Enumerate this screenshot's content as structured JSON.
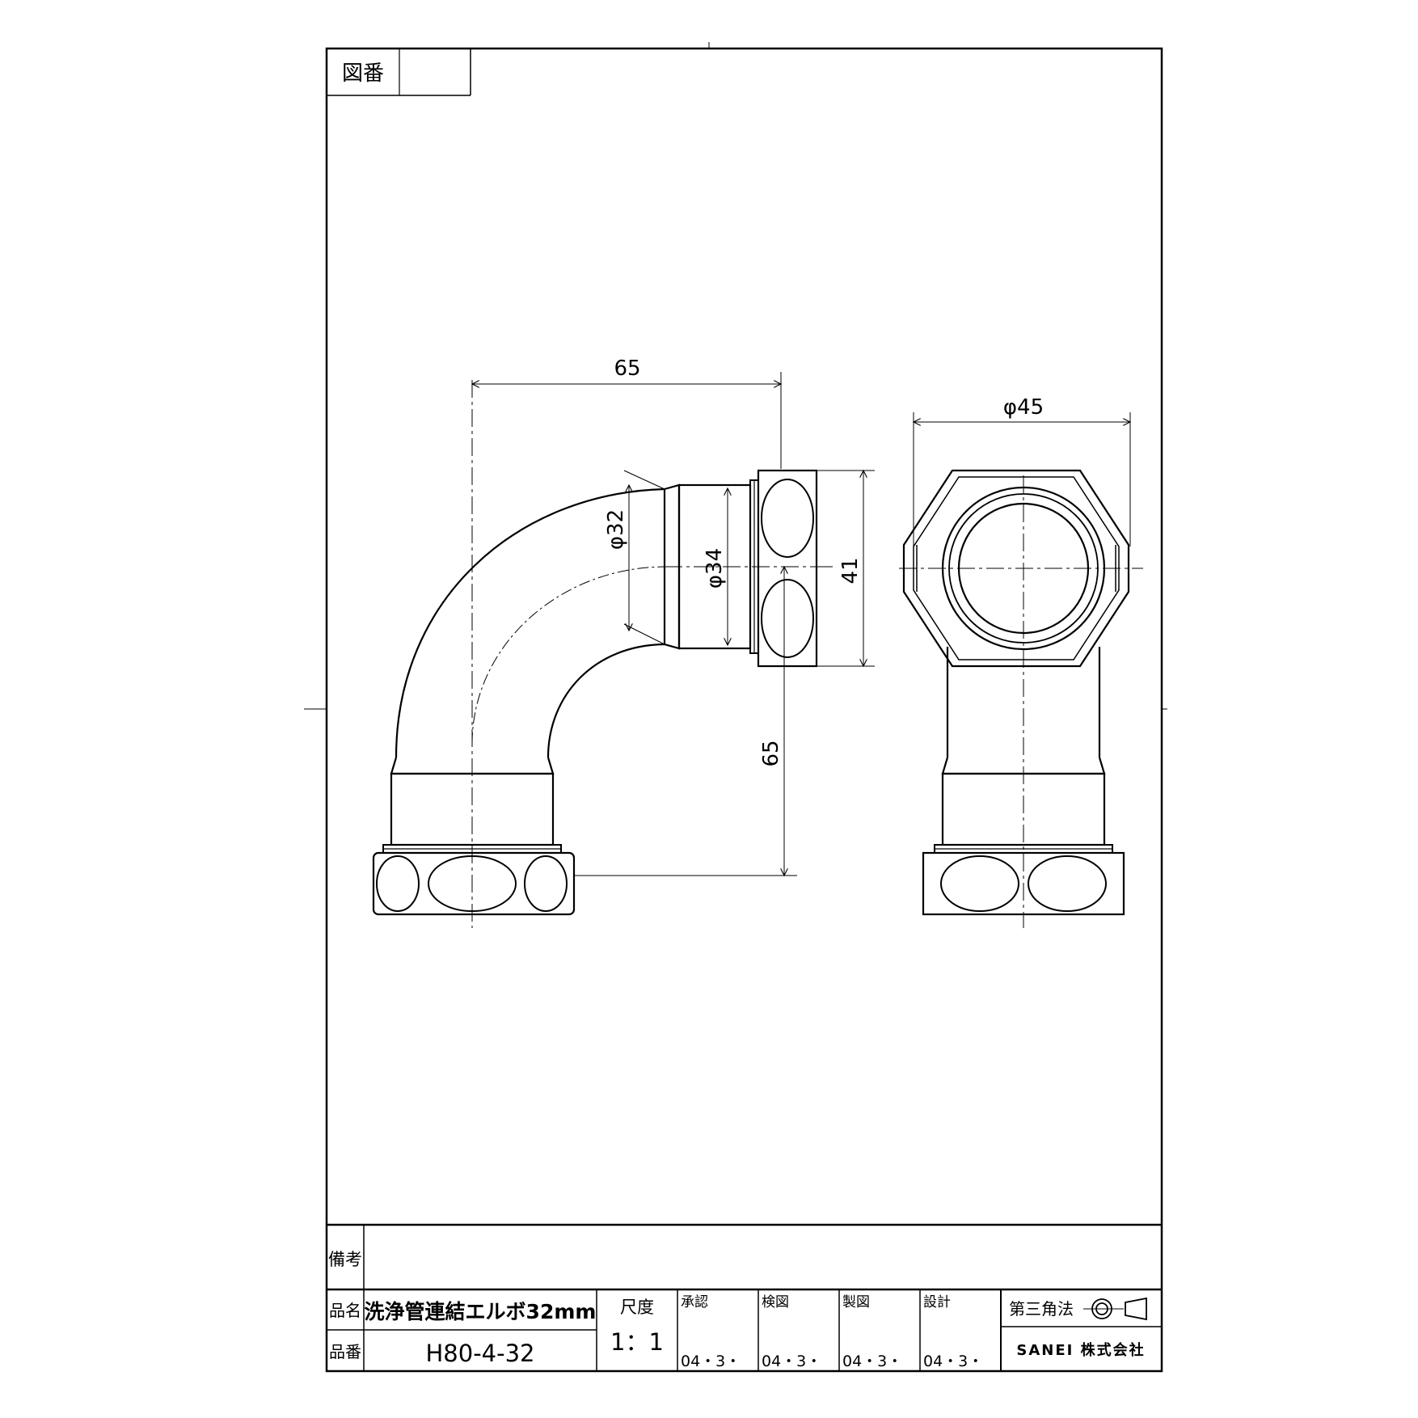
{
  "drawing_number": {
    "label": "図番",
    "value": ""
  },
  "remarks": {
    "label": "備考",
    "value": ""
  },
  "part_name": {
    "label": "品名",
    "value": "洗浄管連結エルボ32mm"
  },
  "part_number": {
    "label": "品番",
    "value": "H80-4-32"
  },
  "scale": {
    "label": "尺度",
    "value": "1：1"
  },
  "approvals": [
    {
      "label": "承認",
      "date": "04・3・"
    },
    {
      "label": "検図",
      "date": "04・3・"
    },
    {
      "label": "製図",
      "date": "04・3・"
    },
    {
      "label": "設計",
      "date": "04・3・"
    }
  ],
  "projection": {
    "label": "第三角法",
    "symbol": "third-angle-projection-icon"
  },
  "company": "SANEI 株式会社",
  "dimensions": {
    "side_width": "65",
    "side_height": "65",
    "pipe_diameter": "φ32",
    "end_diameter": "φ34",
    "nut_width": "41",
    "nut_diameter": "φ45"
  }
}
